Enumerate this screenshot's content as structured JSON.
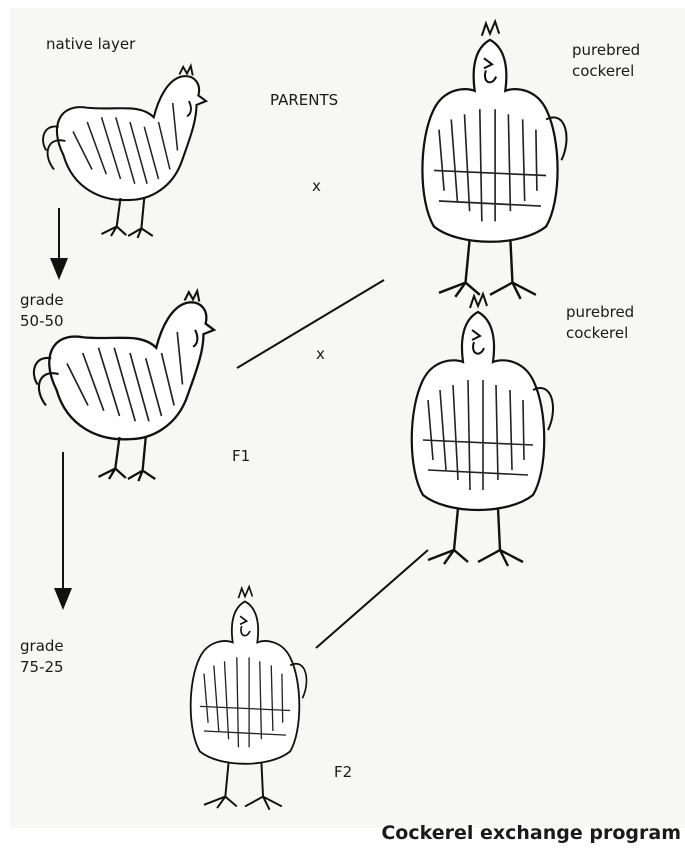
{
  "labels": {
    "native_layer": "native layer",
    "parents": "PARENTS",
    "cross_1": "x",
    "cross_2": "x",
    "purebred_top_1": "purebred",
    "purebred_top_2": "cockerel",
    "purebred_mid_1": "purebred",
    "purebred_mid_2": "cockerel",
    "grade_1_a": "grade",
    "grade_1_b": "50-50",
    "grade_2_a": "grade",
    "grade_2_b": "75-25",
    "f1": "F1",
    "f2": "F2"
  },
  "caption": "Cockerel exchange program",
  "icons": [
    "hen-icon",
    "cockerel-icon",
    "hen-icon",
    "cockerel-icon",
    "hen-icon",
    "arrow-down-icon"
  ]
}
